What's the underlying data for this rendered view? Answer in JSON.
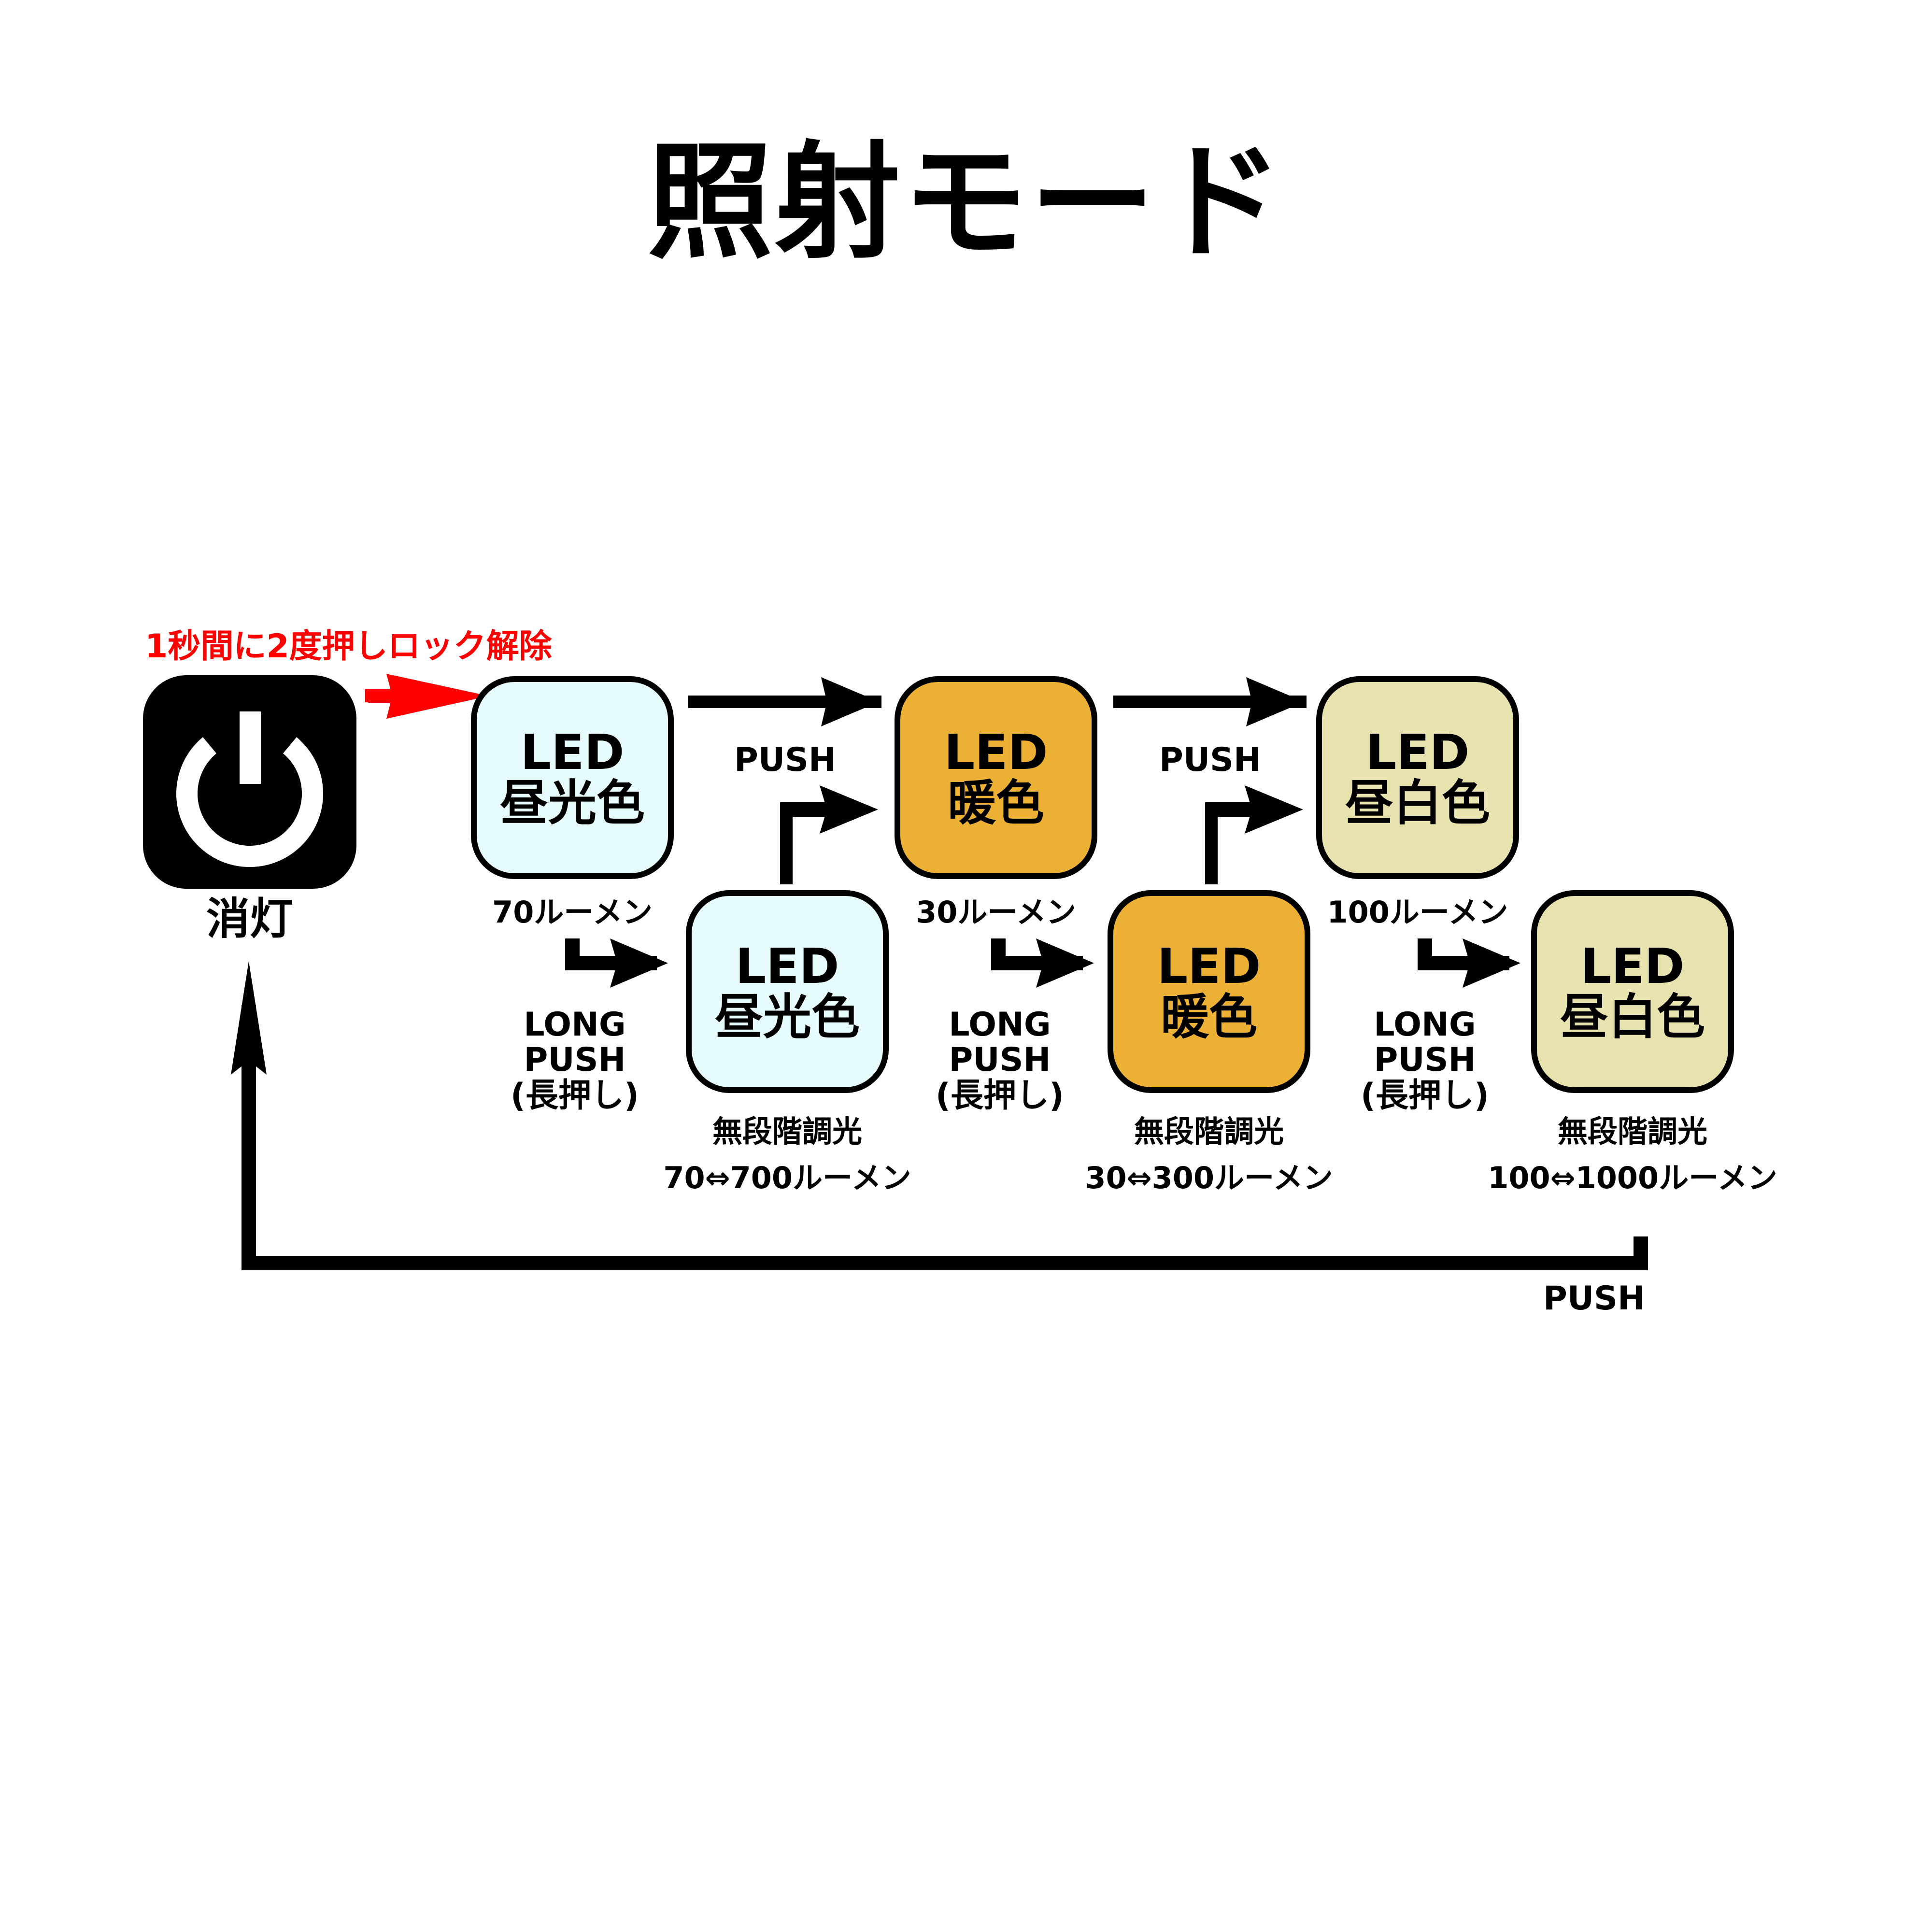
{
  "title": "照射モード",
  "unlock_note": "1秒間に2度押しロック解除",
  "off": {
    "label": "消灯",
    "icon": "power-icon"
  },
  "colors": {
    "daylight": "#e6fcfc",
    "warm": "#ecb034",
    "neutral": "#e8e2ae",
    "unlock_arrow": "#ff0000",
    "stroke": "#000000"
  },
  "modes_top": [
    {
      "line1": "LED",
      "line2": "昼光色",
      "lumen": "70ルーメン"
    },
    {
      "line1": "LED",
      "line2": "暖色",
      "lumen": "30ルーメン"
    },
    {
      "line1": "LED",
      "line2": "昼白色",
      "lumen": "100ルーメン"
    }
  ],
  "modes_dim": [
    {
      "line1": "LED",
      "line2": "昼光色",
      "dim_label": "無段階調光",
      "range": "70⇔700ルーメン"
    },
    {
      "line1": "LED",
      "line2": "暖色",
      "dim_label": "無段階調光",
      "range": "30⇔300ルーメン"
    },
    {
      "line1": "LED",
      "line2": "昼白色",
      "dim_label": "無段階調光",
      "range": "100⇔1000ルーメン"
    }
  ],
  "transitions": {
    "push": "PUSH",
    "long_push": [
      "LONG",
      "PUSH",
      "(長押し)"
    ],
    "return_push": "PUSH"
  }
}
